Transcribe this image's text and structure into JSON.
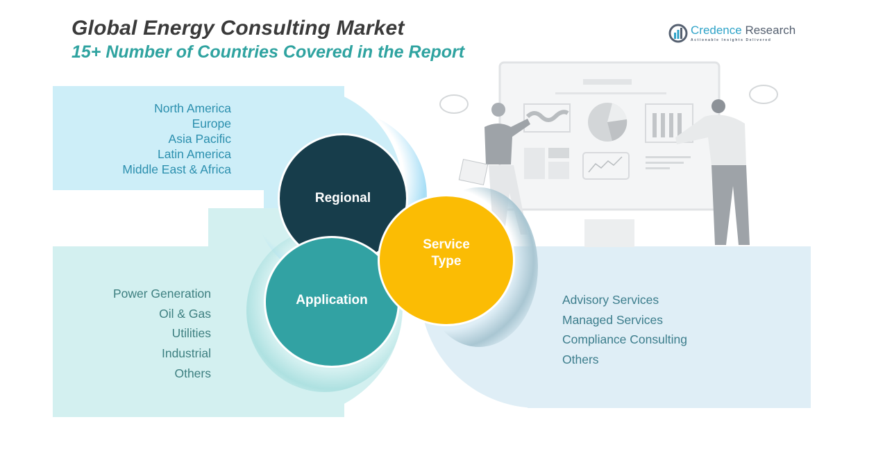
{
  "header": {
    "title": "Global Energy Consulting Market",
    "subtitle": "15+ Number of Countries Covered in the Report"
  },
  "logo": {
    "name_part1": "Credence",
    "name_part2": " Research",
    "tagline": "Actionable Insights Delivered",
    "icon": "bar-chart-logo-icon"
  },
  "colors": {
    "regional": "#173d4b",
    "application": "#32a2a3",
    "service_type": "#fbbc04",
    "subtitle": "#2fa3a0"
  },
  "segments": {
    "regional": {
      "label": "Regional",
      "items": [
        "North America",
        "Europe",
        "Asia Pacific",
        "Latin America",
        "Middle East & Africa"
      ]
    },
    "application": {
      "label": "Application",
      "items": [
        "Power Generation",
        "Oil & Gas",
        "Utilities",
        "Industrial",
        "Others"
      ]
    },
    "service_type": {
      "label_line1": "Service",
      "label_line2": "Type",
      "items": [
        "Advisory Services",
        "Managed Services",
        "Compliance Consulting",
        "Others"
      ]
    }
  },
  "illustration": {
    "description": "two-people-presenting-dashboard-illustration"
  }
}
